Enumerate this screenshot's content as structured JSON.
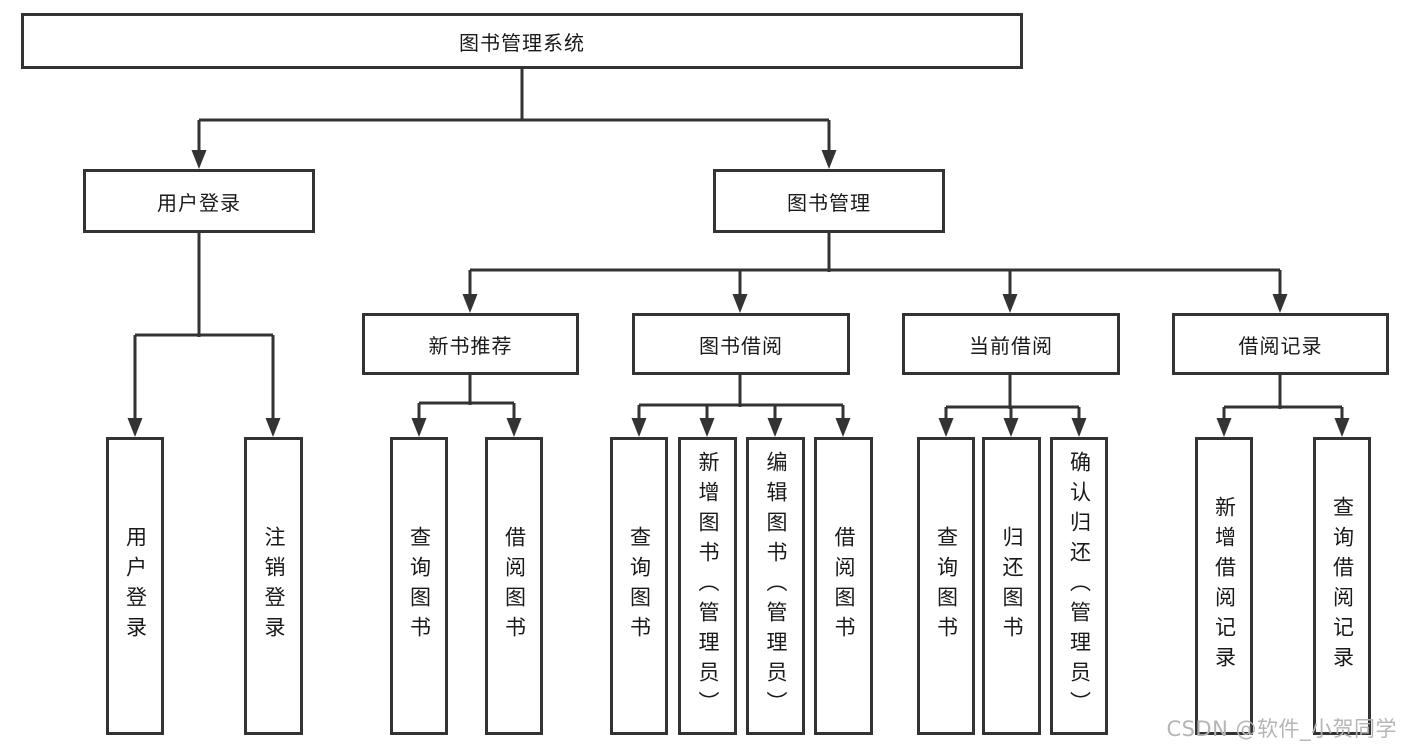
{
  "diagram": {
    "root": {
      "label": "图书管理系统"
    },
    "level2": [
      {
        "label": "用户登录"
      },
      {
        "label": "图书管理"
      }
    ],
    "level3": [
      {
        "label": "新书推荐"
      },
      {
        "label": "图书借阅"
      },
      {
        "label": "当前借阅"
      },
      {
        "label": "借阅记录"
      }
    ],
    "leaves": [
      {
        "parent": "用户登录",
        "label": "用户登录"
      },
      {
        "parent": "用户登录",
        "label": "注销登录"
      },
      {
        "parent": "新书推荐",
        "label": "查询图书"
      },
      {
        "parent": "新书推荐",
        "label": "借阅图书"
      },
      {
        "parent": "图书借阅",
        "label": "查询图书"
      },
      {
        "parent": "图书借阅",
        "label": "新增图书（管理员）"
      },
      {
        "parent": "图书借阅",
        "label": "编辑图书（管理员）"
      },
      {
        "parent": "图书借阅",
        "label": "借阅图书"
      },
      {
        "parent": "当前借阅",
        "label": "查询图书"
      },
      {
        "parent": "当前借阅",
        "label": "归还图书"
      },
      {
        "parent": "当前借阅",
        "label": "确认归还（管理员）"
      },
      {
        "parent": "借阅记录",
        "label": "新增借阅记录"
      },
      {
        "parent": "借阅记录",
        "label": "查询借阅记录"
      }
    ]
  },
  "watermark": {
    "text": "CSDN @软件_小贺同学"
  },
  "colors": {
    "background": "#ffffff",
    "box_border": "#333333",
    "connector": "#333333",
    "text": "#1a1a1a",
    "watermark": "#b5b5b5"
  }
}
